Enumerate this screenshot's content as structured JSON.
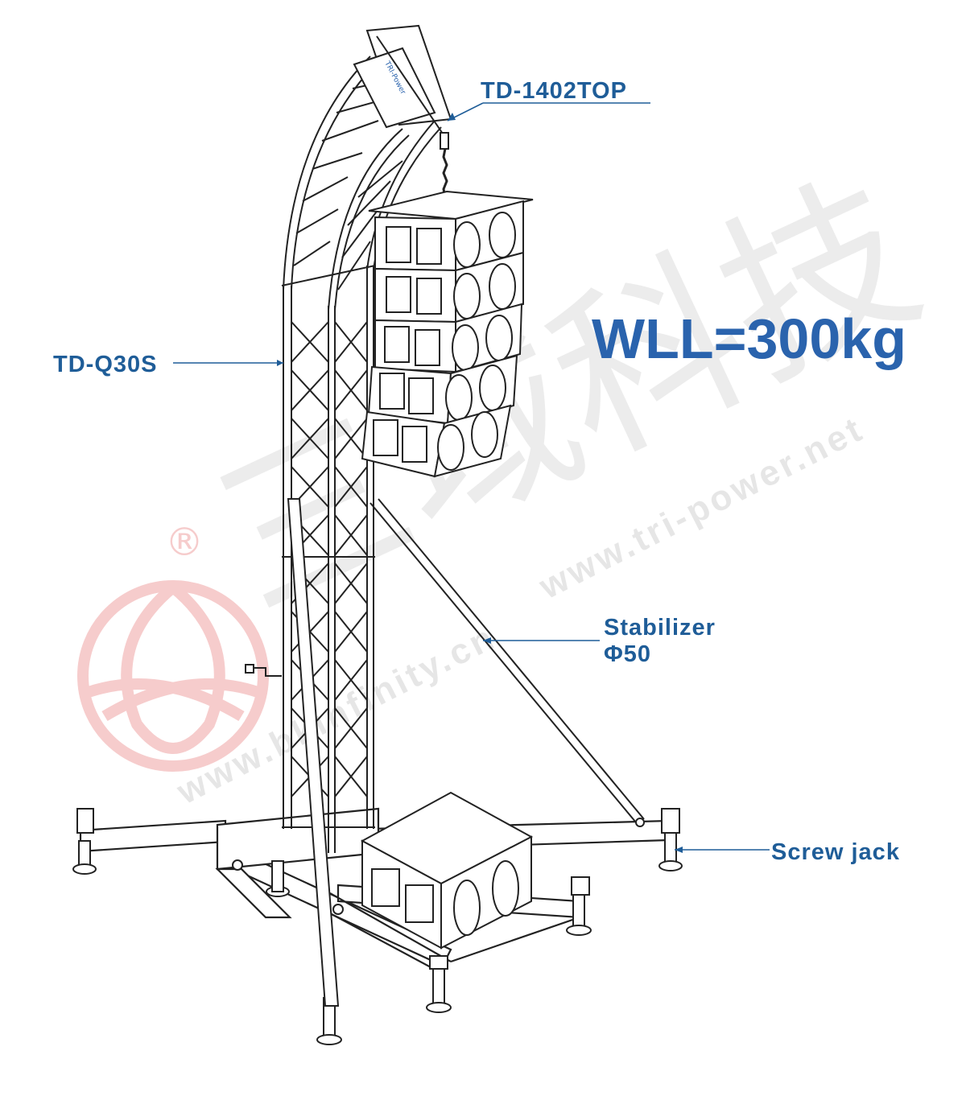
{
  "labels": {
    "top_grid": "TD-1402TOP",
    "truss": "TD-Q30S",
    "wll": "WLL=300kg",
    "stabilizer": "Stabilizer",
    "stabilizer_size": "Φ50",
    "screw_jack": "Screw jack"
  },
  "watermark": {
    "chinese": "三域科技",
    "url_tri_power": "www.tri-power.net",
    "url_infinity": "www.bkinfinity.cn",
    "registered": "®"
  },
  "brand_plate": "TRI-Power",
  "colors": {
    "label_blue": "#1f5d98",
    "wll_blue": "#2a63ad",
    "line": "#222222",
    "watermark_gray": "#ececec",
    "watermark_red": "#f6cccc"
  }
}
